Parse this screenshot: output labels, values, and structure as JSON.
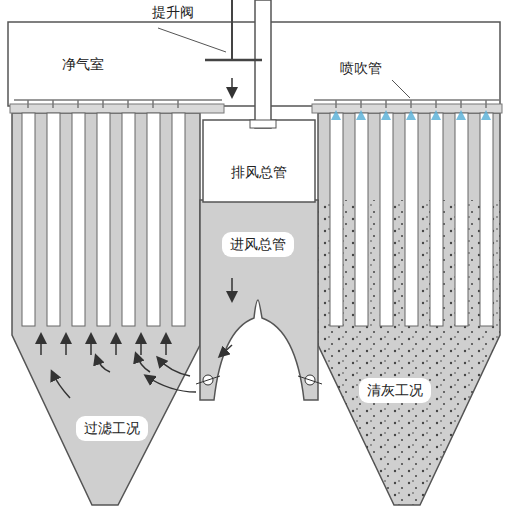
{
  "diagram": {
    "nodes": [
      {
        "text": [
          "排风总管"
        ]
      },
      {
        "text": [
          "进风总管"
        ]
      },
      {
        "text": [
          "过滤工况"
        ]
      },
      {
        "text": [
          "清灰工况"
        ]
      }
    ],
    "labels": [
      "提升阀",
      "净气室",
      "喷吹管"
    ]
  }
}
